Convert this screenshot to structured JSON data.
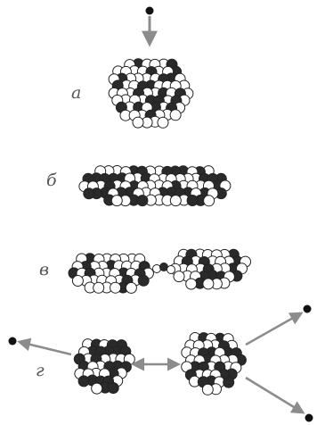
{
  "stages": [
    {
      "id": "a",
      "label": "а"
    },
    {
      "id": "b",
      "label": "б"
    },
    {
      "id": "v",
      "label": "в"
    },
    {
      "id": "g",
      "label": "г"
    }
  ],
  "colors": {
    "dark_nucleon": "#2a2a2a",
    "light_nucleon": "#ffffff",
    "outline": "#222222",
    "arrow": "#8c8c8c",
    "neutron": "#111111"
  }
}
